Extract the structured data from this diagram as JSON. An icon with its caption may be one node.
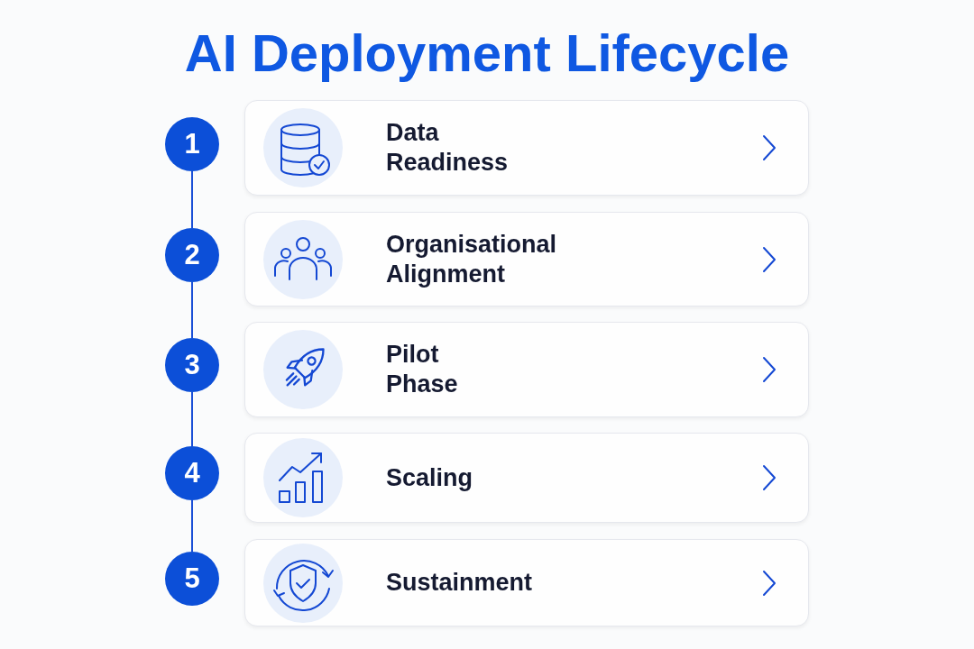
{
  "diagram": {
    "title": "AI Deployment Lifecycle",
    "nodes": [
      {
        "text": [
          "1"
        ]
      },
      {
        "text": [
          "Data Readiness"
        ]
      },
      {
        "text": [
          "2"
        ]
      },
      {
        "text": [
          "Organisational Alignment"
        ]
      },
      {
        "text": [
          "3"
        ]
      },
      {
        "text": [
          "Pilot Phase"
        ]
      },
      {
        "text": [
          "4"
        ]
      },
      {
        "text": [
          "Scaling"
        ]
      },
      {
        "text": [
          "5"
        ]
      },
      {
        "text": [
          "Sustainment"
        ]
      }
    ],
    "edges": [
      {
        "from": 0,
        "to": 2,
        "arrow": "none"
      },
      {
        "from": 2,
        "to": 4,
        "arrow": "none"
      },
      {
        "from": 4,
        "to": 6,
        "arrow": "none"
      },
      {
        "from": 6,
        "to": 8,
        "arrow": "none"
      }
    ]
  }
}
